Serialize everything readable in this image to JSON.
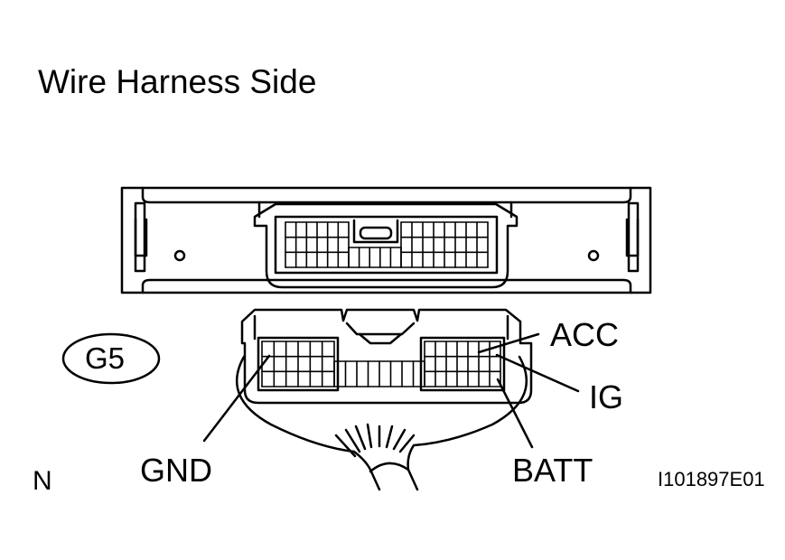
{
  "title": "Wire Harness Side",
  "connector_id": "G5",
  "terminals": {
    "acc": "ACC",
    "ig": "IG",
    "gnd": "GND",
    "batt": "BATT"
  },
  "orientation_mark": "N",
  "figure_code": "I101897E01"
}
